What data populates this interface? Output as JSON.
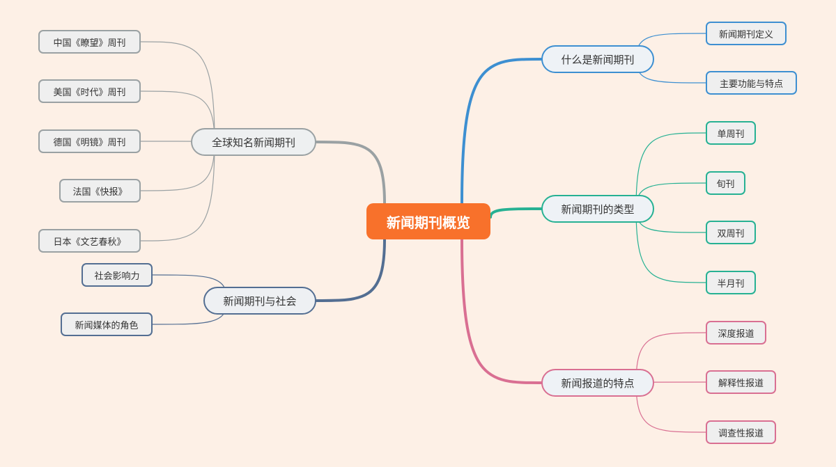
{
  "root": {
    "label": "新闻期刊概览",
    "color": "#f8712b"
  },
  "branches": [
    {
      "key": "what",
      "label": "什么是新闻期刊",
      "color": "#3d8fd1",
      "leaves": [
        "新闻期刊定义",
        "主要功能与特点"
      ]
    },
    {
      "key": "types",
      "label": "新闻期刊的类型",
      "color": "#26b193",
      "leaves": [
        "单周刊",
        "旬刊",
        "双周刊",
        "半月刊"
      ]
    },
    {
      "key": "features",
      "label": "新闻报道的特点",
      "color": "#d96f92",
      "leaves": [
        "深度报道",
        "解释性报道",
        "调查性报道"
      ]
    },
    {
      "key": "global",
      "label": "全球知名新闻期刊",
      "color": "#9aa1a3",
      "leaves": [
        "中国《瞭望》周刊",
        "美国《时代》周刊",
        "德国《明镜》周刊",
        "法国《快报》",
        "日本《文艺春秋》"
      ]
    },
    {
      "key": "society",
      "label": "新闻期刊与社会",
      "color": "#536e92",
      "leaves": [
        "社会影响力",
        "新闻媒体的角色"
      ]
    }
  ]
}
